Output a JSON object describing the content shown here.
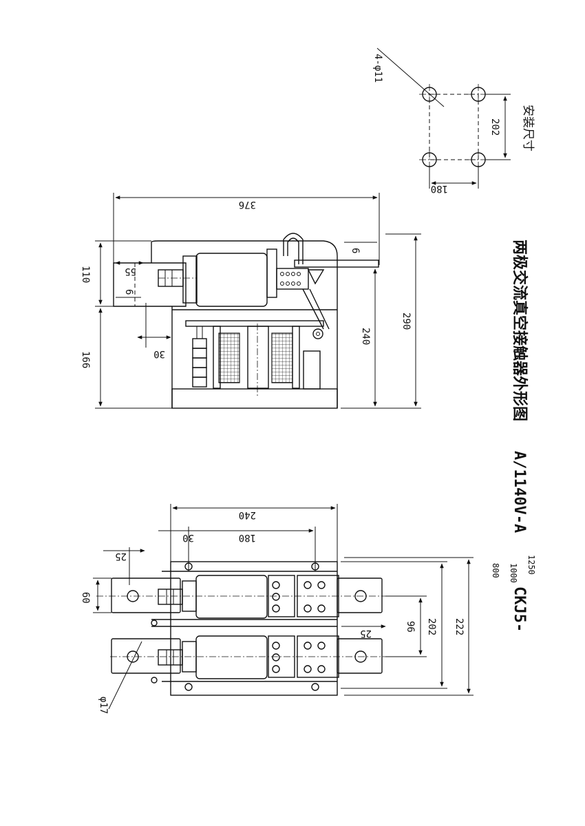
{
  "title": {
    "model": "CKJ5-",
    "currents": [
      "800",
      "1000",
      "1250"
    ],
    "suffix": "A/1140V-A",
    "name": "两极交流真空接触器外形图"
  },
  "mounting": {
    "label": "安装尺寸",
    "hole_note": "4-φ11",
    "width": "180",
    "height": "202"
  },
  "side_view": {
    "overall": "376",
    "upper_height": "110",
    "lower_height": "166",
    "height_240": "240",
    "height_290": "290",
    "offset_55": "55",
    "offset_6_left": "6",
    "offset_6_right": "6",
    "offset_30": "30"
  },
  "front_view": {
    "width_240": "240",
    "spacing_180": "180",
    "offset_30": "30",
    "offset_25_top": "25",
    "terminal_60": "60",
    "offset_25": "25",
    "pitch_96": "96",
    "span_202": "202",
    "span_222": "222",
    "hole": "φ17"
  }
}
